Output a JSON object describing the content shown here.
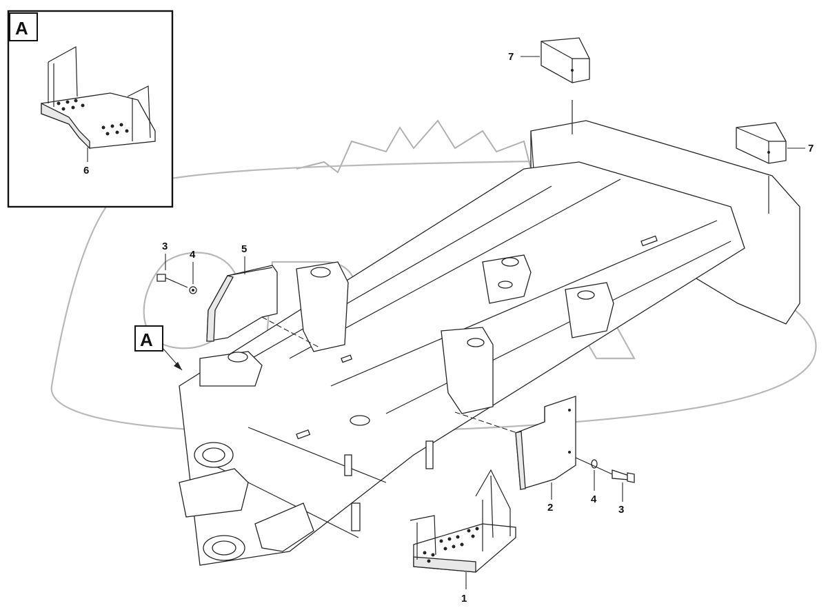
{
  "callouts": {
    "n1": "1",
    "n2": "2",
    "n3a": "3",
    "n3b": "3",
    "n4a": "4",
    "n4b": "4",
    "n5": "5",
    "n6": "6",
    "n7a": "7",
    "n7b": "7"
  },
  "views": {
    "inset_label": "A",
    "main_label": "A"
  }
}
